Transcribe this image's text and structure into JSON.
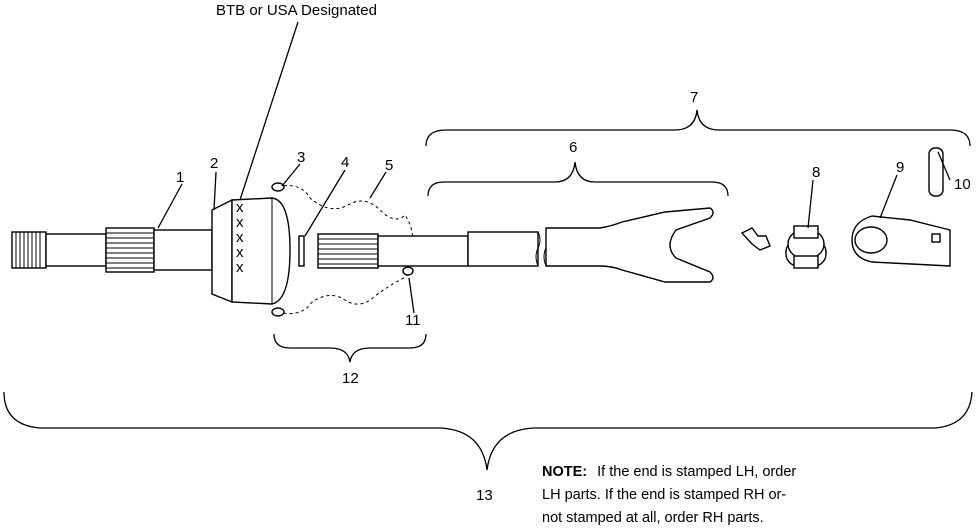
{
  "designation_label": "BTB or USA Designated",
  "stamp_marks": [
    "x",
    "x",
    "x",
    "x",
    "x"
  ],
  "callouts": {
    "c1": "1",
    "c2": "2",
    "c3": "3",
    "c4": "4",
    "c5": "5",
    "c6": "6",
    "c7": "7",
    "c8": "8",
    "c9": "9",
    "c10": "10",
    "c11": "11",
    "c12": "12",
    "c13": "13"
  },
  "note": {
    "heading": "NOTE:",
    "line1": "If the end is stamped LH, order",
    "line2": "LH parts.  If the end is stamped RH or-",
    "line3": "not stamped at all, order RH parts."
  }
}
